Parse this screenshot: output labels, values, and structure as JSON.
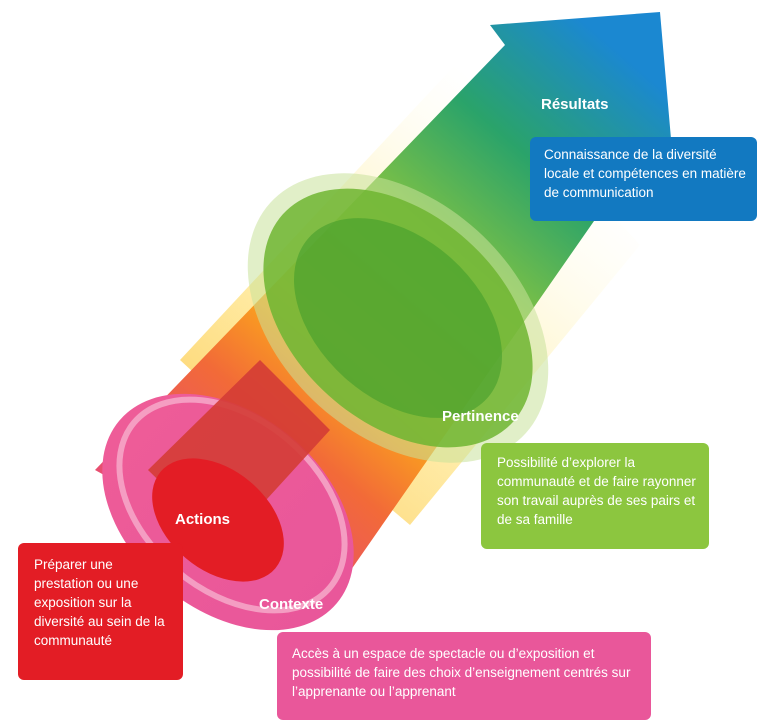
{
  "colors": {
    "arrow_start": "#FFF3A0",
    "arrow_end": "#1B88D1",
    "results_box": "#1279C1",
    "relevance": "#8CC63F",
    "context": "#E9579A",
    "actions": "#E31D25"
  },
  "labels": {
    "results": "Résultats",
    "relevance": "Pertinence",
    "actions": "Actions",
    "context": "Contexte"
  },
  "boxes": {
    "results": "Connaissance de la diversité locale et compétences en matière de communication",
    "relevance": "Possibilité d’explorer la communauté et de faire rayonner son travail auprès de ses pairs et de sa famille",
    "actions": "Préparer une prestation ou une exposition sur la diversité au sein de la communauté",
    "context": "Accès à un espace de spectacle ou d’exposition et possibilité de faire des choix d’enseignement centrés sur l’apprenante ou l’apprenant"
  }
}
